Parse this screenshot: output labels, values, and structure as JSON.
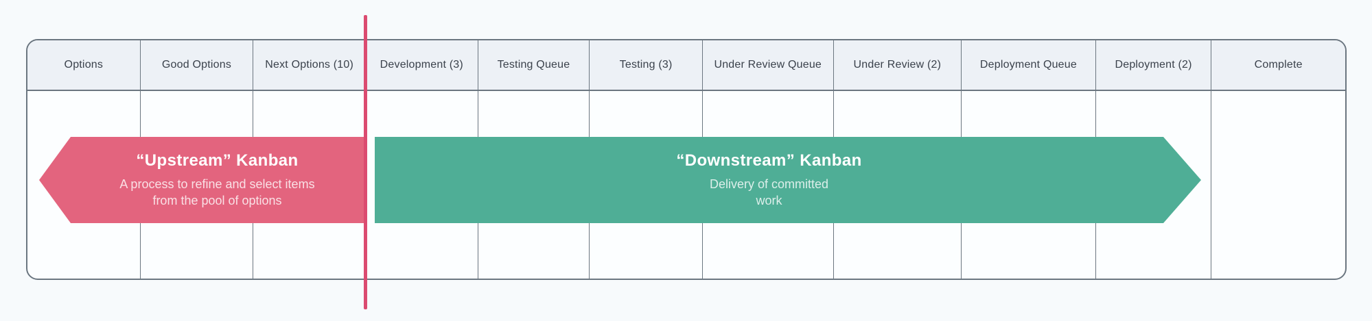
{
  "board": {
    "columns": [
      {
        "label": "Options"
      },
      {
        "label": "Good Options"
      },
      {
        "label": "Next Options (10)"
      },
      {
        "label": "Development (3)"
      },
      {
        "label": "Testing Queue"
      },
      {
        "label": "Testing (3)"
      },
      {
        "label": "Under Review Queue"
      },
      {
        "label": "Under Review (2)"
      },
      {
        "label": "Deployment Queue"
      },
      {
        "label": "Deployment (2)"
      },
      {
        "label": "Complete"
      }
    ]
  },
  "banners": {
    "upstream": {
      "title": "“Upstream” Kanban",
      "subtitle_lines": [
        "A process to refine and select items",
        "from the pool of options"
      ],
      "color": "#E3647E"
    },
    "downstream": {
      "title": "“Downstream” Kanban",
      "subtitle_lines": [
        "Delivery of committed",
        "work"
      ],
      "color": "#4FAE96"
    }
  },
  "divider": {
    "name": "commitment-point",
    "color": "#DB4B70"
  }
}
